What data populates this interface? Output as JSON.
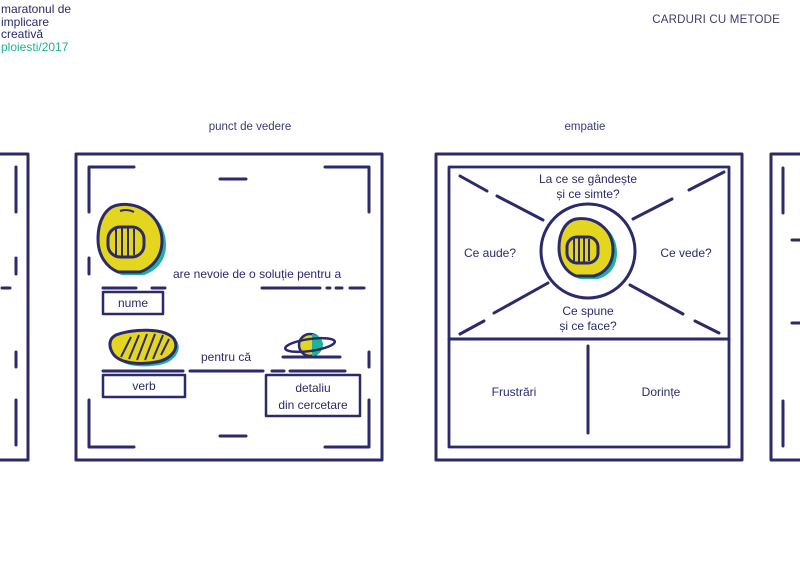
{
  "brand": {
    "line1": "maratonul de",
    "line2": "implicare",
    "line3": "creativă",
    "line4": "ploiesti/2017"
  },
  "page_title": "CARDURI CU METODE",
  "colors": {
    "navy": "#2b2a6b",
    "yellow": "#e4d61f",
    "teal": "#1fb39a",
    "brand_green": "#1fb39a"
  },
  "cards": {
    "pov": {
      "caption": "punct de vedere",
      "needs_text": "are nevoie de o soluție pentru a",
      "name_label": "nume",
      "because_text": "pentru că",
      "verb_label": "verb",
      "detail_line1": "detaliu",
      "detail_line2": "din cercetare",
      "icons": [
        "astronaut-helmet-icon",
        "planet-icon",
        "visor-icon"
      ]
    },
    "empathy": {
      "caption": "empatie",
      "think_line1": "La ce se gândește",
      "think_line2": "și ce simte?",
      "hear": "Ce aude?",
      "see": "Ce vede?",
      "say_line1": "Ce spune",
      "say_line2": "și ce face?",
      "frustrations": "Frustrări",
      "desires": "Dorințe",
      "icons": [
        "astronaut-helmet-icon"
      ]
    }
  }
}
